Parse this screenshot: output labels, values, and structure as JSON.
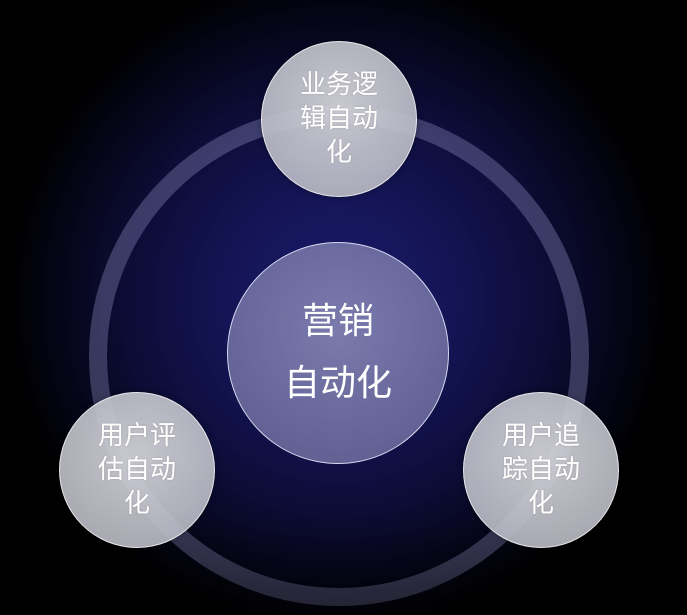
{
  "diagram": {
    "center": {
      "line1": "营销",
      "line2": "自动化"
    },
    "nodes": [
      {
        "label": "业务逻辑自动化"
      },
      {
        "label": "用户评估自动化"
      },
      {
        "label": "用户追踪自动化"
      }
    ],
    "colors": {
      "background": "#0c0c35",
      "background_glow": "#1a1a6a",
      "ring": "#5a5a8c",
      "center_bubble": "#7a7aae",
      "outer_bubble": "#c8c8cf",
      "text": "#ffffff"
    }
  }
}
